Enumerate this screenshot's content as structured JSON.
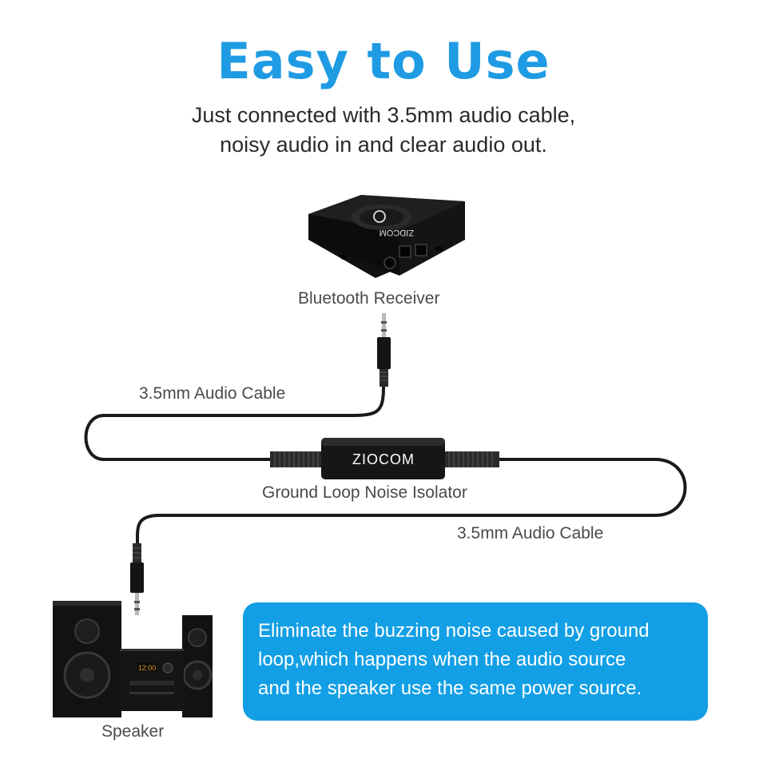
{
  "title": "Easy to Use",
  "subtitle": {
    "line1": "Just connected with 3.5mm audio cable,",
    "line2": "noisy audio in and clear audio out."
  },
  "labels": {
    "bluetooth_receiver": "Bluetooth Receiver",
    "cable_top": "3.5mm Audio Cable",
    "isolator": "Ground Loop Noise Isolator",
    "cable_bottom": "3.5mm Audio Cable",
    "speaker": "Speaker"
  },
  "branding": {
    "receiver_logo": "ZIDCOM",
    "isolator_logo": "ZIOCOM",
    "stereo_display": "12:00"
  },
  "callout": {
    "line1": "Eliminate the buzzing noise caused by ground",
    "line2": "loop,which happens when the audio source",
    "line3": "and the speaker use the same power source."
  },
  "colors": {
    "title": "#1f9be3",
    "callout_bg": "#129fe5",
    "cable": "#1a1a1a",
    "device": "#161616"
  }
}
